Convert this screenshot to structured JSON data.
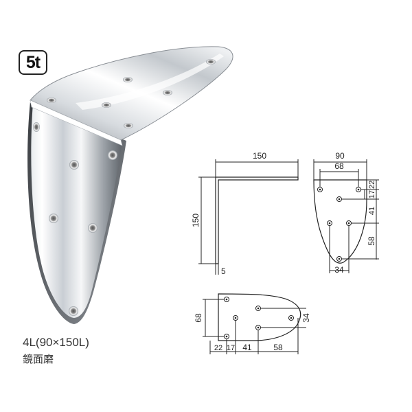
{
  "badge": "5t",
  "product": {
    "model": "4L(90×150L)",
    "finish": "鏡面磨"
  },
  "side_view": {
    "width": "150",
    "height": "150",
    "thickness": "5"
  },
  "front_view": {
    "width": "90",
    "inner_width": "68",
    "d1": "22",
    "d2": "17",
    "d3": "41",
    "d4": "58",
    "tip": "34"
  },
  "top_view": {
    "height": "68",
    "d1": "22",
    "d2": "17",
    "d3": "41",
    "d4": "58",
    "tip": "34"
  },
  "colors": {
    "line": "#222222",
    "chrome_light": "#f4f6f8",
    "chrome_dark": "#6b6f74"
  }
}
